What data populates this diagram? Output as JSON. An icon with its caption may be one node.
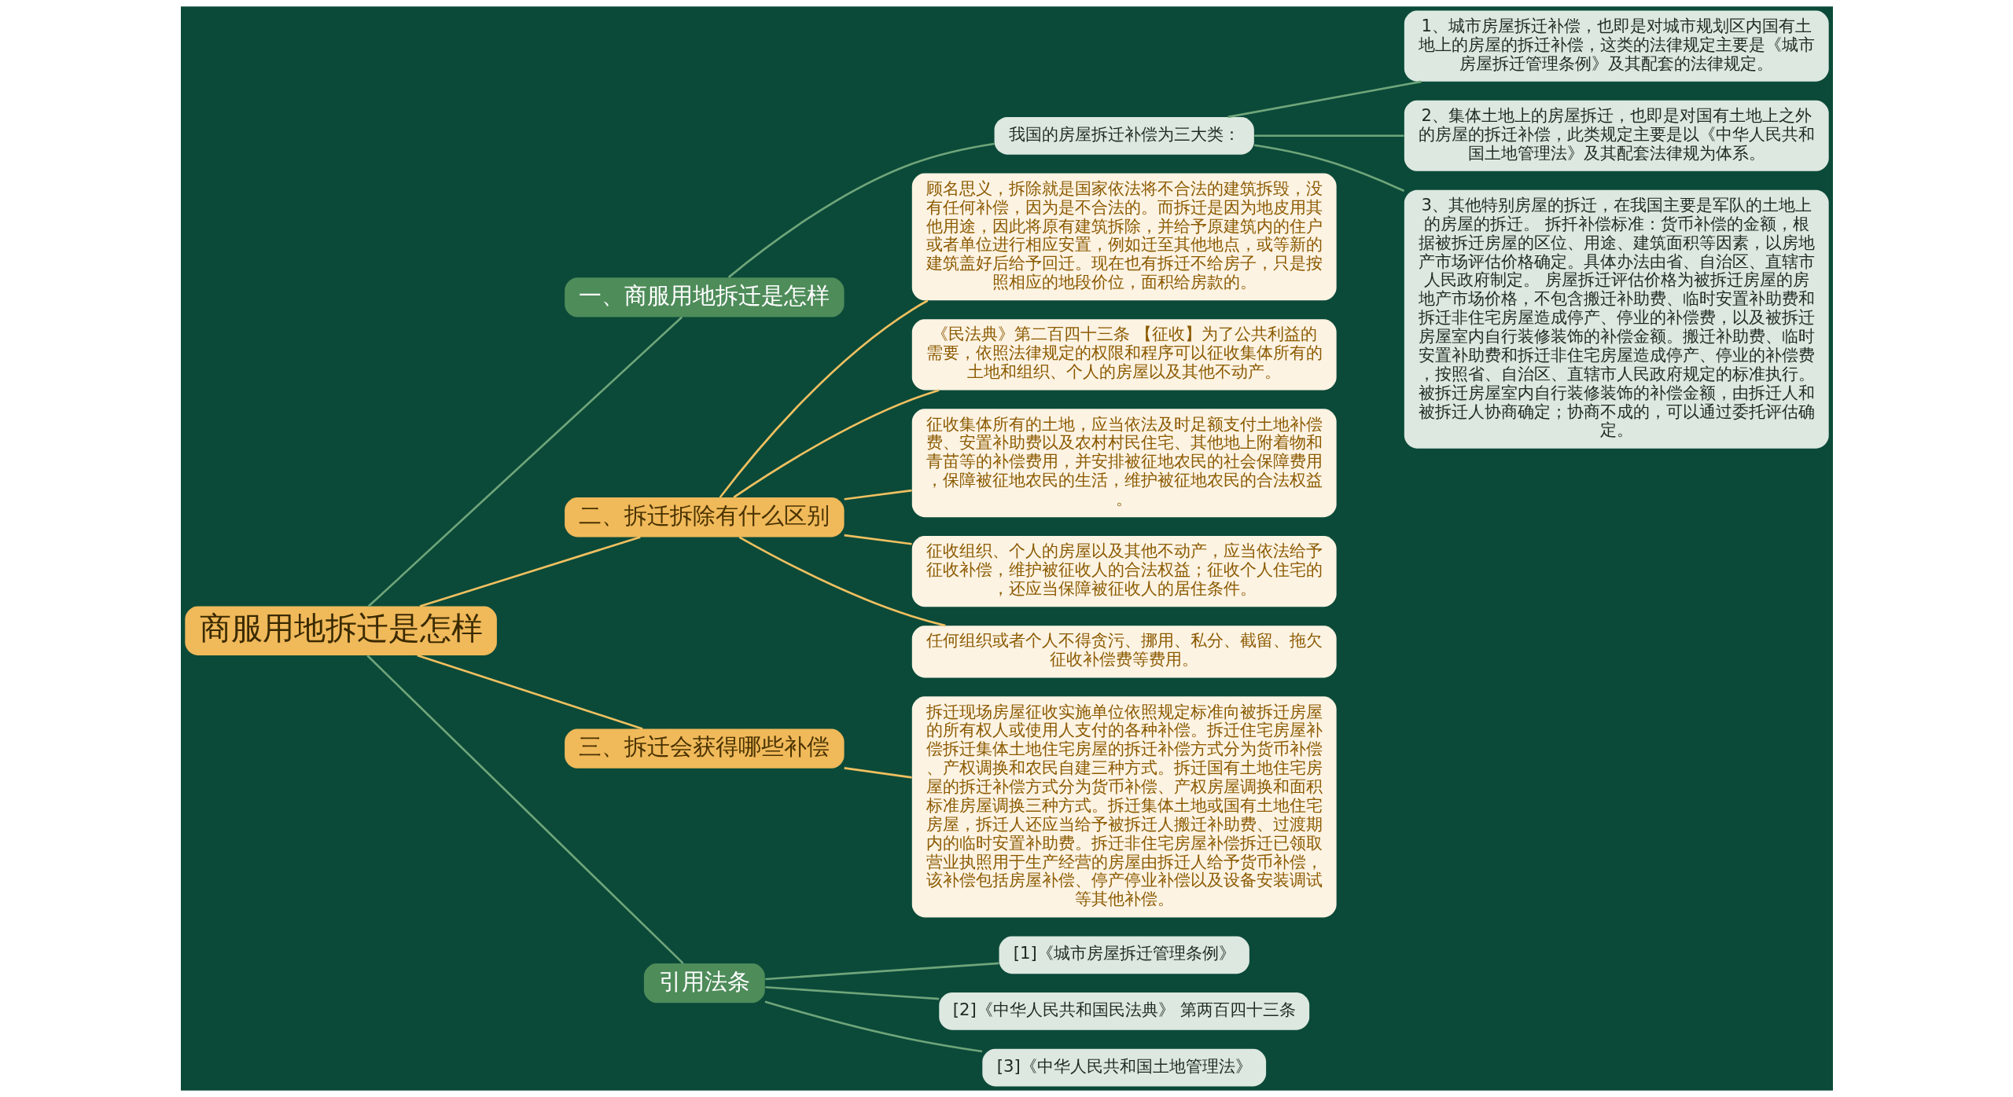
{
  "diagram": {
    "nodes": [
      {
        "text": [
          "商服用地拆迁是怎样"
        ]
      },
      {
        "text": [
          "一、商服用地拆迁是怎样"
        ]
      },
      {
        "text": [
          "我国的房屋拆迁补偿为三大类："
        ]
      },
      {
        "text": [
          "1、城市房屋拆迁补偿，也即是对城市规划区内国有土地上的房屋的拆迁补偿，这类的法律规定主要是《城市房屋拆迁管理条例》及其配套的法律规定。"
        ]
      },
      {
        "text": [
          "2、集体土地上的房屋拆迁，也即是对国有土地上之外的房屋的拆迁补偿，此类规定主要是以《中华人民共和国土地管理法》及其配套法律规为体系。"
        ]
      },
      {
        "text": [
          "3、其他特别房屋的拆迁，在我国主要是军队的土地上的房屋的拆迁。 拆扦补偿标准：货币补偿的金额，根据被拆迁房屋的区位、用途、建筑面积等因素，以房地产市场评估价格确定。具体办法由省、自治区、直辖市人民政府制定。 房屋拆迁评估价格为被拆迁房屋的房地产市场价格，不包含搬迁补助费、临时安置补助费和拆迁非住宅房屋造成停产、停业的补偿费，以及被拆迁房屋室内自行装修装饰的补偿金额。搬迁补助费、临时安置补助费和拆迁非住宅房屋造成停产、停业的补偿费，按照省、自治区、直辖市人民政府规定的标准执行。被拆迁房屋室内自行装修装饰的补偿金额，由拆迁人和被拆迁人协商确定；协商不成的，可以通过委托评估确定。"
        ]
      },
      {
        "text": [
          "二、拆迁拆除有什么区别"
        ]
      },
      {
        "text": [
          "顾名思义，拆除就是国家依法将不合法的建筑拆毁，没有任何补偿，因为是不合法的。而拆迁是因为地皮用其他用途，因此将原有建筑拆除，并给予原建筑内的住户或者单位进行相应安置，例如迁至其他地点，或等新的建筑盖好后给予回迁。现在也有拆迁不给房子，只是按照相应的地段价位，面积给房款的。"
        ]
      },
      {
        "text": [
          "《民法典》第二百四十三条 【征收】为了公共利益的需要，依照法律规定的权限和程序可以征收集体所有的土地和组织、个人的房屋以及其他不动产。"
        ]
      },
      {
        "text": [
          "征收集体所有的土地，应当依法及时足额支付土地补偿费、安置补助费以及农村村民住宅、其他地上附着物和青苗等的补偿费用，并安排被征地农民的社会保障费用，保障被征地农民的生活，维护被征地农民的合法权益。"
        ]
      },
      {
        "text": [
          "征收组织、个人的房屋以及其他不动产，应当依法给予征收补偿，维护被征收人的合法权益；征收个人住宅的，还应当保障被征收人的居住条件。"
        ]
      },
      {
        "text": [
          "任何组织或者个人不得贪污、挪用、私分、截留、拖欠征收补偿费等费用。"
        ]
      },
      {
        "text": [
          "三、拆迁会获得哪些补偿"
        ]
      },
      {
        "text": [
          "拆迁现场房屋征收实施单位依照规定标准向被拆迁房屋的所有权人或使用人支付的各种补偿。拆迁住宅房屋补偿拆迁集体土地住宅房屋的拆迁补偿方式分为货币补偿、产权调换和农民自建三种方式。拆迁国有土地住宅房屋的拆迁补偿方式分为货币补偿、产权房屋调换和面积标准房屋调换三种方式。拆迁集体土地或国有土地住宅房屋，拆迁人还应当给予被拆迁人搬迁补助费、过渡期内的临时安置补助费。拆迁非住宅房屋补偿拆迁已领取营业执照用于生产经营的房屋由拆迁人给予货币补偿，该补偿包括房屋补偿、停产停业补偿以及设备安装调试等其他补偿。"
        ]
      },
      {
        "text": [
          "引用法条"
        ]
      },
      {
        "text": [
          "[1]《城市房屋拆迁管理条例》"
        ]
      },
      {
        "text": [
          "[2]《中华人民共和国民法典》 第两百四十三条"
        ]
      },
      {
        "text": [
          "[3]《中华人民共和国土地管理法》"
        ]
      }
    ],
    "edges": [
      {
        "from": 0,
        "to": 1,
        "arrow": "none"
      },
      {
        "from": 1,
        "to": 2,
        "arrow": "none"
      },
      {
        "from": 2,
        "to": 3,
        "arrow": "none"
      },
      {
        "from": 2,
        "to": 4,
        "arrow": "none"
      },
      {
        "from": 2,
        "to": 5,
        "arrow": "none"
      },
      {
        "from": 0,
        "to": 6,
        "arrow": "none",
        "color": "#f0c060"
      },
      {
        "from": 6,
        "to": 7,
        "arrow": "none",
        "color": "#f0c060"
      },
      {
        "from": 6,
        "to": 8,
        "arrow": "none",
        "color": "#f0c060"
      },
      {
        "from": 6,
        "to": 9,
        "arrow": "none",
        "color": "#f0c060"
      },
      {
        "from": 6,
        "to": 10,
        "arrow": "none",
        "color": "#f0c060"
      },
      {
        "from": 6,
        "to": 11,
        "arrow": "none",
        "color": "#f0c060"
      },
      {
        "from": 0,
        "to": 12,
        "arrow": "none",
        "color": "#f0c060"
      },
      {
        "from": 12,
        "to": 13,
        "arrow": "none",
        "color": "#f0c060"
      },
      {
        "from": 0,
        "to": 14,
        "arrow": "none"
      },
      {
        "from": 14,
        "to": 15,
        "arrow": "none"
      },
      {
        "from": 14,
        "to": 16,
        "arrow": "none"
      },
      {
        "from": 14,
        "to": 17,
        "arrow": "none"
      }
    ]
  }
}
